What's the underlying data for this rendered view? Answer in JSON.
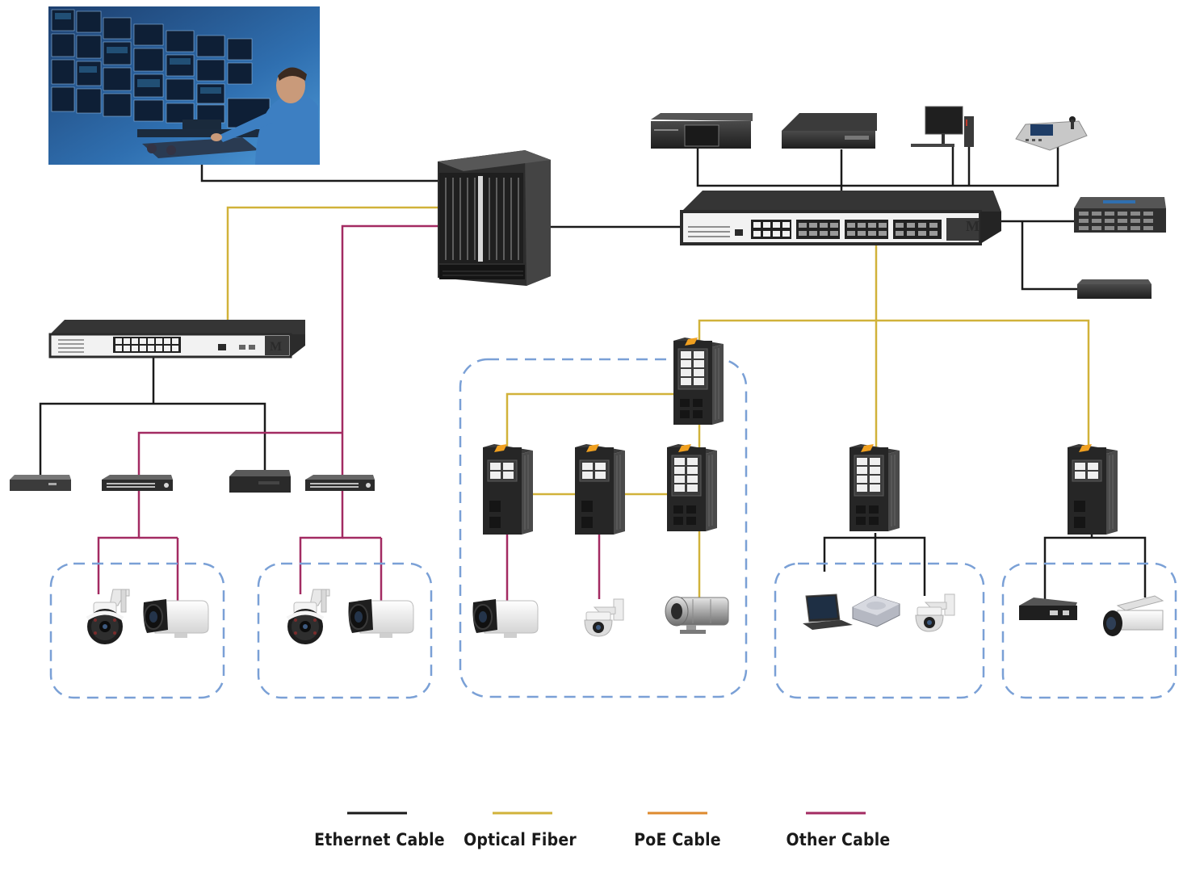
{
  "colors": {
    "ethernet": "#1a1a1a",
    "fiber": "#d1b23a",
    "poe": "#de8a2e",
    "other": "#a32b62",
    "zone_border": "#7aa0d6",
    "device_dark": "#2b2b2b",
    "device_light": "#f2f2f2",
    "accent_orange": "#f0a020"
  },
  "legend": [
    {
      "name": "ethernet",
      "label": "Ethernet Cable"
    },
    {
      "name": "fiber",
      "label": "Optical Fiber"
    },
    {
      "name": "poe",
      "label": "PoE Cable"
    },
    {
      "name": "other",
      "label": "Other Cable"
    }
  ],
  "icons": {
    "monitoring_center": "video-wall-operator-photo",
    "core_switch": "chassis-switch-icon",
    "aggregation_switch": "rack-switch-icon",
    "industrial_switch": "din-rail-switch-icon",
    "ptz_camera": "ptz-dome-camera-icon",
    "bullet_camera": "bullet-camera-icon",
    "box_camera": "box-camera-icon",
    "explosion_proof_camera": "explosion-proof-camera-icon",
    "laptop": "laptop-icon",
    "wifi_ap": "access-point-icon",
    "decoder": "decoder-icon",
    "workstation": "workstation-icon",
    "keyboard": "ptz-keyboard-icon",
    "storage": "storage-server-icon",
    "nvr": "nvr-icon"
  }
}
